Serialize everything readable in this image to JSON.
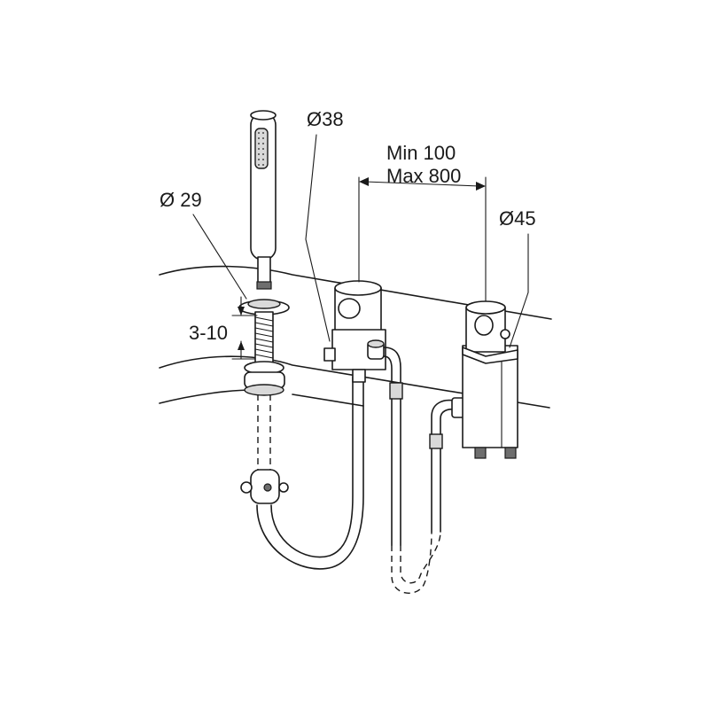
{
  "labels": {
    "dia_hand_shower_hole": "Ø 29",
    "dia_mixer": "Ø38",
    "dia_thermostat": "Ø45",
    "spacing_min": "Min 100",
    "spacing_max": "Max 800",
    "deck_thickness": "3-10"
  },
  "colors": {
    "line": "#1a1a1a",
    "fill": "#ffffff",
    "shade": "#d9d9d9"
  }
}
